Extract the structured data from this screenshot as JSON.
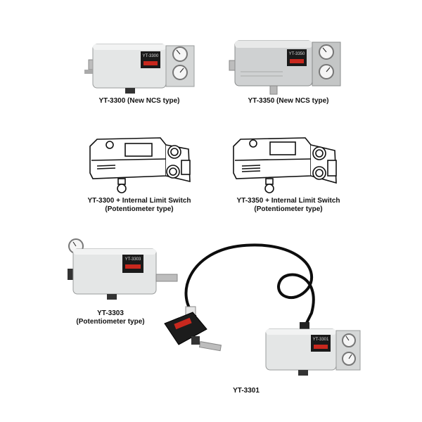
{
  "products": [
    {
      "line1": "YT-3300 (New NCS type)",
      "line2": "",
      "display": "YT-3300"
    },
    {
      "line1": "YT-3350 (New NCS type)",
      "line2": "",
      "display": "YT-3350"
    },
    {
      "line1": "YT-3300 + Internal Limit Switch",
      "line2": "(Potentiometer type)",
      "display": ""
    },
    {
      "line1": "YT-3350 + Internal Limit Switch",
      "line2": "(Potentiometer type)",
      "display": ""
    },
    {
      "line1": "YT-3303",
      "line2": "(Potentiometer type)",
      "display": "YT-3303"
    },
    {
      "line1": "YT-3301",
      "line2": "",
      "display": "YT-3301"
    }
  ],
  "colors": {
    "housing": "#e4e6e6",
    "housing_steel": "#cfd1d2",
    "display_bg": "#1a1a1a",
    "display_red": "#c8281e",
    "cable": "#0d0d0d"
  }
}
